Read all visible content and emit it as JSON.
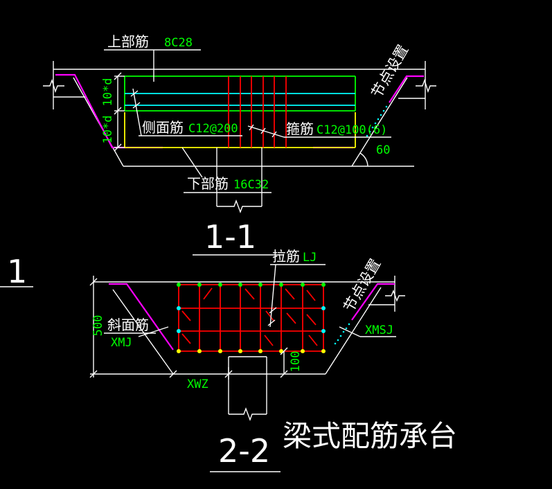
{
  "colors": {
    "background": "#000000",
    "white": "#ffffff",
    "green": "#00ff00",
    "cyan": "#00ffff",
    "magenta": "#ff00ff",
    "red": "#ff0000",
    "yellow": "#ffff00"
  },
  "section_1_1": {
    "title": "1-1",
    "top_bar": {
      "label": "上部筋",
      "spec": "8C28"
    },
    "spacing_upper": "10*d",
    "spacing_lower": "10*d",
    "side_bar": {
      "label": "侧面筋",
      "spec": "C12@200"
    },
    "stirrup": {
      "label": "箍筋",
      "spec": "C12@100(6)"
    },
    "slope_angle": "60",
    "bottom_bar": {
      "label": "下部筋",
      "spec": "16C32"
    },
    "node_note": "节点设置"
  },
  "section_mark": "1",
  "section_2_2": {
    "title": "2-2",
    "tie_bar": {
      "label": "拉筋",
      "spec": "LJ"
    },
    "node_note": "节点设置",
    "height_dim": "500",
    "slope_bar": {
      "label": "斜面筋",
      "spec": "XMJ"
    },
    "slope_tie_spec": "XMSJ",
    "cover_dim": "100",
    "width_dim": "XWZ"
  },
  "caption": "梁式配筋承台"
}
